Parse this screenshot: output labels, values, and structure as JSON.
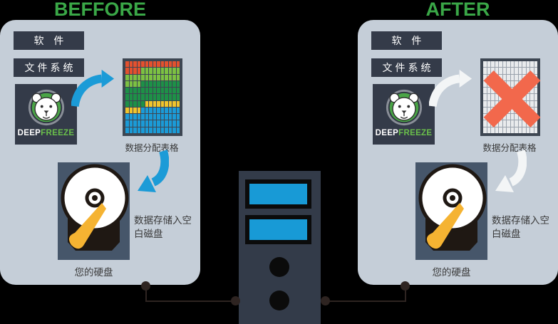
{
  "titles": {
    "before": "BEFFORE",
    "after": "AFTER"
  },
  "panels": {
    "before": {
      "software": "软 件",
      "filesystem": "文件系统",
      "logo_deep": "DEEP",
      "logo_freeze": "FREEZE",
      "grid_caption": "数据分配表格",
      "store_caption_line1": "数据存储入空",
      "store_caption_line2": "白磁盘",
      "disk_caption": "您的硬盘"
    },
    "after": {
      "software": "软 件",
      "filesystem": "文件系统",
      "logo_deep": "DEEP",
      "logo_freeze": "FREEZE",
      "grid_caption": "数据分配表格",
      "store_caption_line1": "数据存储入空",
      "store_caption_line2": "白磁盘",
      "disk_caption": "您的硬盘"
    }
  },
  "grids": {
    "columns": 14,
    "rows": 11,
    "before_rows": [
      [
        {
          "c": "red",
          "n": 14
        }
      ],
      [
        {
          "c": "red",
          "n": 4
        },
        {
          "c": "lightGreen",
          "n": 10
        }
      ],
      [
        {
          "c": "lightGreen",
          "n": 14
        }
      ],
      [
        {
          "c": "lightGreen",
          "n": 4
        },
        {
          "c": "darkGreen",
          "n": 10
        }
      ],
      [
        {
          "c": "darkGreen",
          "n": 14
        }
      ],
      [
        {
          "c": "darkGreen",
          "n": 14
        }
      ],
      [
        {
          "c": "darkGreen",
          "n": 5
        },
        {
          "c": "yellow",
          "n": 9
        }
      ],
      [
        {
          "c": "yellow",
          "n": 4
        },
        {
          "c": "blue",
          "n": 10
        }
      ],
      [
        {
          "c": "blue",
          "n": 14
        }
      ],
      [
        {
          "c": "blue",
          "n": 14
        }
      ],
      [
        {
          "c": "blue",
          "n": 14
        }
      ]
    ],
    "after_state": "empty-crossed-out"
  },
  "palette": {
    "page_bg": "#000000",
    "title_green": "#3aa747",
    "panel_bg": "#c5ced8",
    "box_bg": "#343b49",
    "box_text": "#ffffff",
    "arrow_before": "#1b9bd7",
    "arrow_after": "#f3f5f6",
    "grid_frame": "#3d4652",
    "grid_empty_cell": "#e9ebed",
    "grid_empty_line": "#99a1ab",
    "x_mark": "#f2684c",
    "label_text": "#3a3a3a",
    "disk_frame": "#46566a",
    "disk_body": "#1f1813",
    "disk_platter": "#ffffff",
    "disk_arm": "#f5b332",
    "tower_bg": "#333b49",
    "tower_bay": "#189ad6",
    "tower_black": "#0b0b0b",
    "connector": "#2e2421",
    "logo_ring": "#8a8f98",
    "logo_ring_inner": "#2f3642",
    "logo_green": "#4aa546",
    "logo_bear": "#ffffff",
    "logo_detail": "#2e2e2e",
    "logo_deep": "#ffffff",
    "logo_freeze": "#6abf4b",
    "grid_colors": {
      "red": "#e4512e",
      "lightGreen": "#7cc142",
      "darkGreen": "#1d9147",
      "yellow": "#f0c42d",
      "blue": "#1b9bd7"
    }
  }
}
